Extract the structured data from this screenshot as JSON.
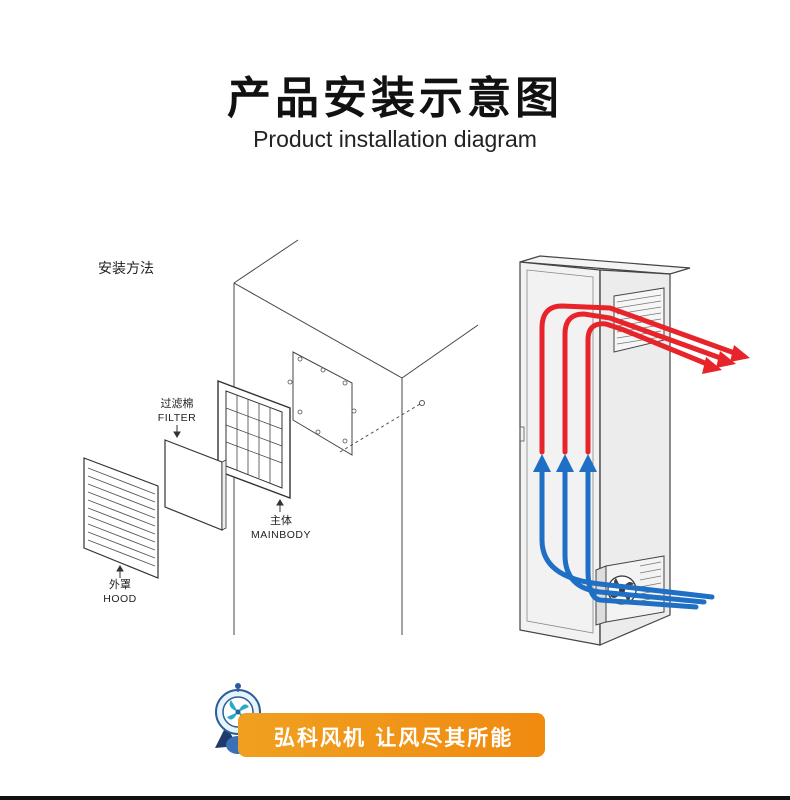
{
  "title_zh": "产品安装示意图",
  "title_en": "Product installation diagram",
  "method_label": "安装方法",
  "parts": {
    "filter_zh": "过滤棉",
    "filter_en": "FILTER",
    "mainbody_zh": "主体",
    "mainbody_en": "MAINBODY",
    "hood_zh": "外罩",
    "hood_en": "HOOD"
  },
  "banner_text": "弘科风机  让风尽其所能",
  "colors": {
    "hot_air": "#e8242b",
    "cool_air": "#1f6fc5",
    "banner": "#f08a10",
    "line": "#333333"
  },
  "icons": [
    "arrow-up-icon",
    "fan-mascot-icon",
    "fan-icon"
  ]
}
